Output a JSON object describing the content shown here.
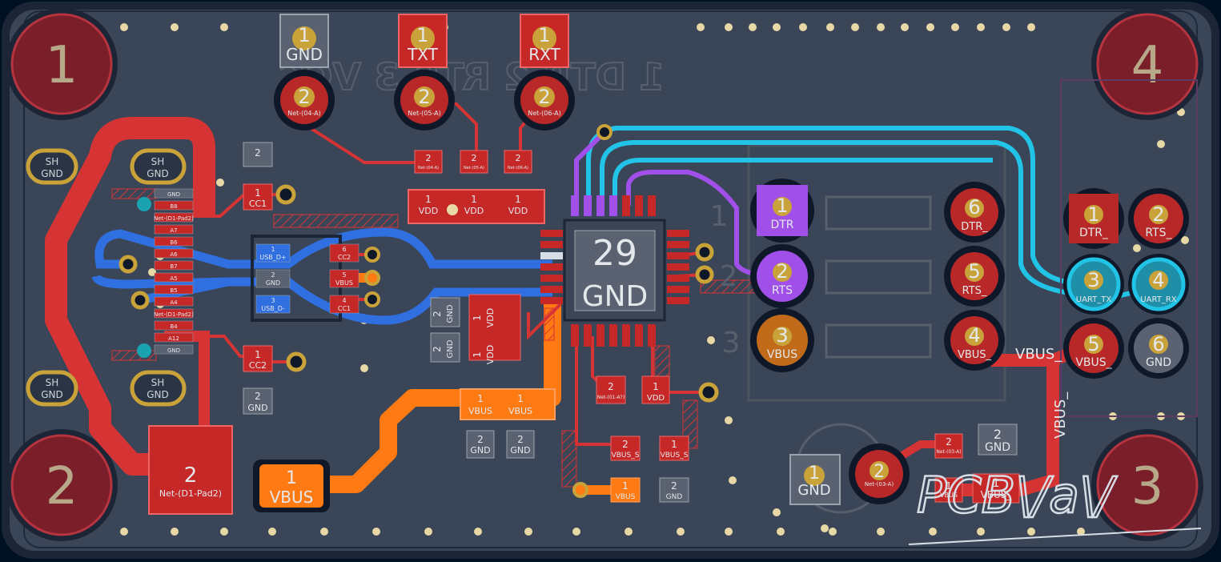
{
  "colors": {
    "background": "#001023",
    "board": "#3a4658",
    "board_edge": "#1b2535",
    "front_copper": "#d63434",
    "back_copper": "#2f6fe0",
    "vbus_copper": "#ff7a12",
    "inner_cyan": "#21c4e6",
    "inner_purple": "#a050e8",
    "pad_gold": "#c9a23a",
    "via_fill": "#e8d8a6",
    "silkscreen": "#9aa3ad",
    "mounting_hole": "#7a1e2a"
  },
  "mounting_holes": {
    "tl": "1",
    "tr": "4",
    "bl": "2",
    "br": "3"
  },
  "silk_header_text": "1 DTR 2 RTS 3 VCC",
  "logo_text": "PCB\\/a\\/",
  "connectors": {
    "gnd_pad": {
      "num": "1",
      "label": "GND"
    },
    "txt_pad": {
      "num": "1",
      "label": "TXT"
    },
    "rxt_pad": {
      "num": "1",
      "label": "RXT"
    },
    "net04": {
      "num": "2",
      "label": "Net-(04-A)"
    },
    "net05": {
      "num": "2",
      "label": "Net-(05-A)"
    },
    "net06": {
      "num": "2",
      "label": "Net-(06-A)"
    }
  },
  "usb": {
    "shield_label_top": "SH",
    "shield_label_bot": "GND",
    "pins": [
      "GND",
      "B8",
      "Net-(D1-Pad2)",
      "A7",
      "B6",
      "A6",
      "B7",
      "A5",
      "B5",
      "A4",
      "Net-(D1-Pad2)",
      "B4",
      "A12",
      "GND"
    ],
    "cc1_top": {
      "num": "1",
      "label": "CC1"
    },
    "cc2_top": {
      "num": "2",
      "label": ""
    },
    "cc2_bot": {
      "num": "1",
      "label": "CC2"
    },
    "gnd_bot": {
      "num": "2",
      "label": "GND"
    },
    "d1_pad": {
      "num": "2",
      "label": "Net-(D1-Pad2)"
    },
    "vbus_big": {
      "num": "1",
      "label": "VBUS"
    }
  },
  "esd": {
    "pins": [
      {
        "num": "1",
        "label": "USB_D+"
      },
      {
        "num": "2",
        "label": "GND"
      },
      {
        "num": "3",
        "label": "USB_D-"
      },
      {
        "num": "6",
        "label": "CC2"
      },
      {
        "num": "5",
        "label": "VBUS"
      },
      {
        "num": "4",
        "label": "CC1"
      }
    ]
  },
  "vdd_caps": {
    "top_row": [
      {
        "num": "2",
        "label": "Net-(04-A)"
      },
      {
        "num": "2",
        "label": "Net-(05-A)"
      },
      {
        "num": "2",
        "label": "Net-(06-A)"
      }
    ],
    "vdd_row": [
      {
        "num": "1",
        "label": "VDD"
      },
      {
        "num": "1",
        "label": "VDD"
      },
      {
        "num": "1",
        "label": "VDD"
      }
    ],
    "vert_vdd": [
      {
        "num": "1",
        "label": "VDD"
      },
      {
        "num": "1",
        "label": "VDD"
      }
    ],
    "vert_gnd": [
      {
        "num": "2",
        "label": "GND"
      },
      {
        "num": "2",
        "label": "GND"
      }
    ]
  },
  "ic": {
    "pad_num": "29",
    "pad_net": "GND"
  },
  "vbus_caps": {
    "row": [
      {
        "num": "1",
        "label": "VBUS"
      },
      {
        "num": "1",
        "label": "VBUS"
      }
    ],
    "gnd_row": [
      {
        "num": "2",
        "label": "GND"
      },
      {
        "num": "2",
        "label": "GND"
      }
    ]
  },
  "reg_caps": {
    "net_pad": {
      "num": "2",
      "label": "Net-(01-A?)"
    },
    "vdd_pad": {
      "num": "1",
      "label": "VDD"
    },
    "vbus_s1": {
      "num": "2",
      "label": "VBUS_S"
    },
    "vbus_s2": {
      "num": "1",
      "label": "VBUS_S"
    },
    "vbus_small": {
      "num": "1",
      "label": "VBUS"
    },
    "gnd_small": {
      "num": "2",
      "label": "GND"
    }
  },
  "led3": {
    "gnd_pad": {
      "num": "1",
      "label": "GND"
    },
    "net_pad": {
      "num": "2",
      "label": "Net-(03-A)"
    },
    "r_top": {
      "num": "2",
      "label": "Net-(03-A)"
    },
    "r_gnd": {
      "num": "2",
      "label": "GND"
    },
    "r_bot1": {
      "num": "1",
      "label": "VBUS"
    },
    "r_bot2": {
      "num": "1",
      "label": "VBUS_"
    }
  },
  "header_j1": [
    {
      "num": "1",
      "label": "DTR"
    },
    {
      "num": "2",
      "label": "RTS"
    },
    {
      "num": "3",
      "label": "VBUS"
    }
  ],
  "header_j2_left": [
    {
      "num": "6",
      "label": "DTR_"
    },
    {
      "num": "5",
      "label": "RTS_"
    },
    {
      "num": "4",
      "label": "VBUS_"
    }
  ],
  "header_j3": [
    {
      "num": "1",
      "label": "DTR_"
    },
    {
      "num": "2",
      "label": "RTS_"
    },
    {
      "num": "3",
      "label": "UART_TX"
    },
    {
      "num": "4",
      "label": "UART_RX"
    },
    {
      "num": "5",
      "label": "VBUS_"
    },
    {
      "num": "6",
      "label": "GND"
    }
  ],
  "net_labels": {
    "vbus_horizontal": "VBUS_",
    "vbus_vertical": "VBUS_"
  },
  "fab_numbers": [
    "1",
    "2",
    "3"
  ]
}
